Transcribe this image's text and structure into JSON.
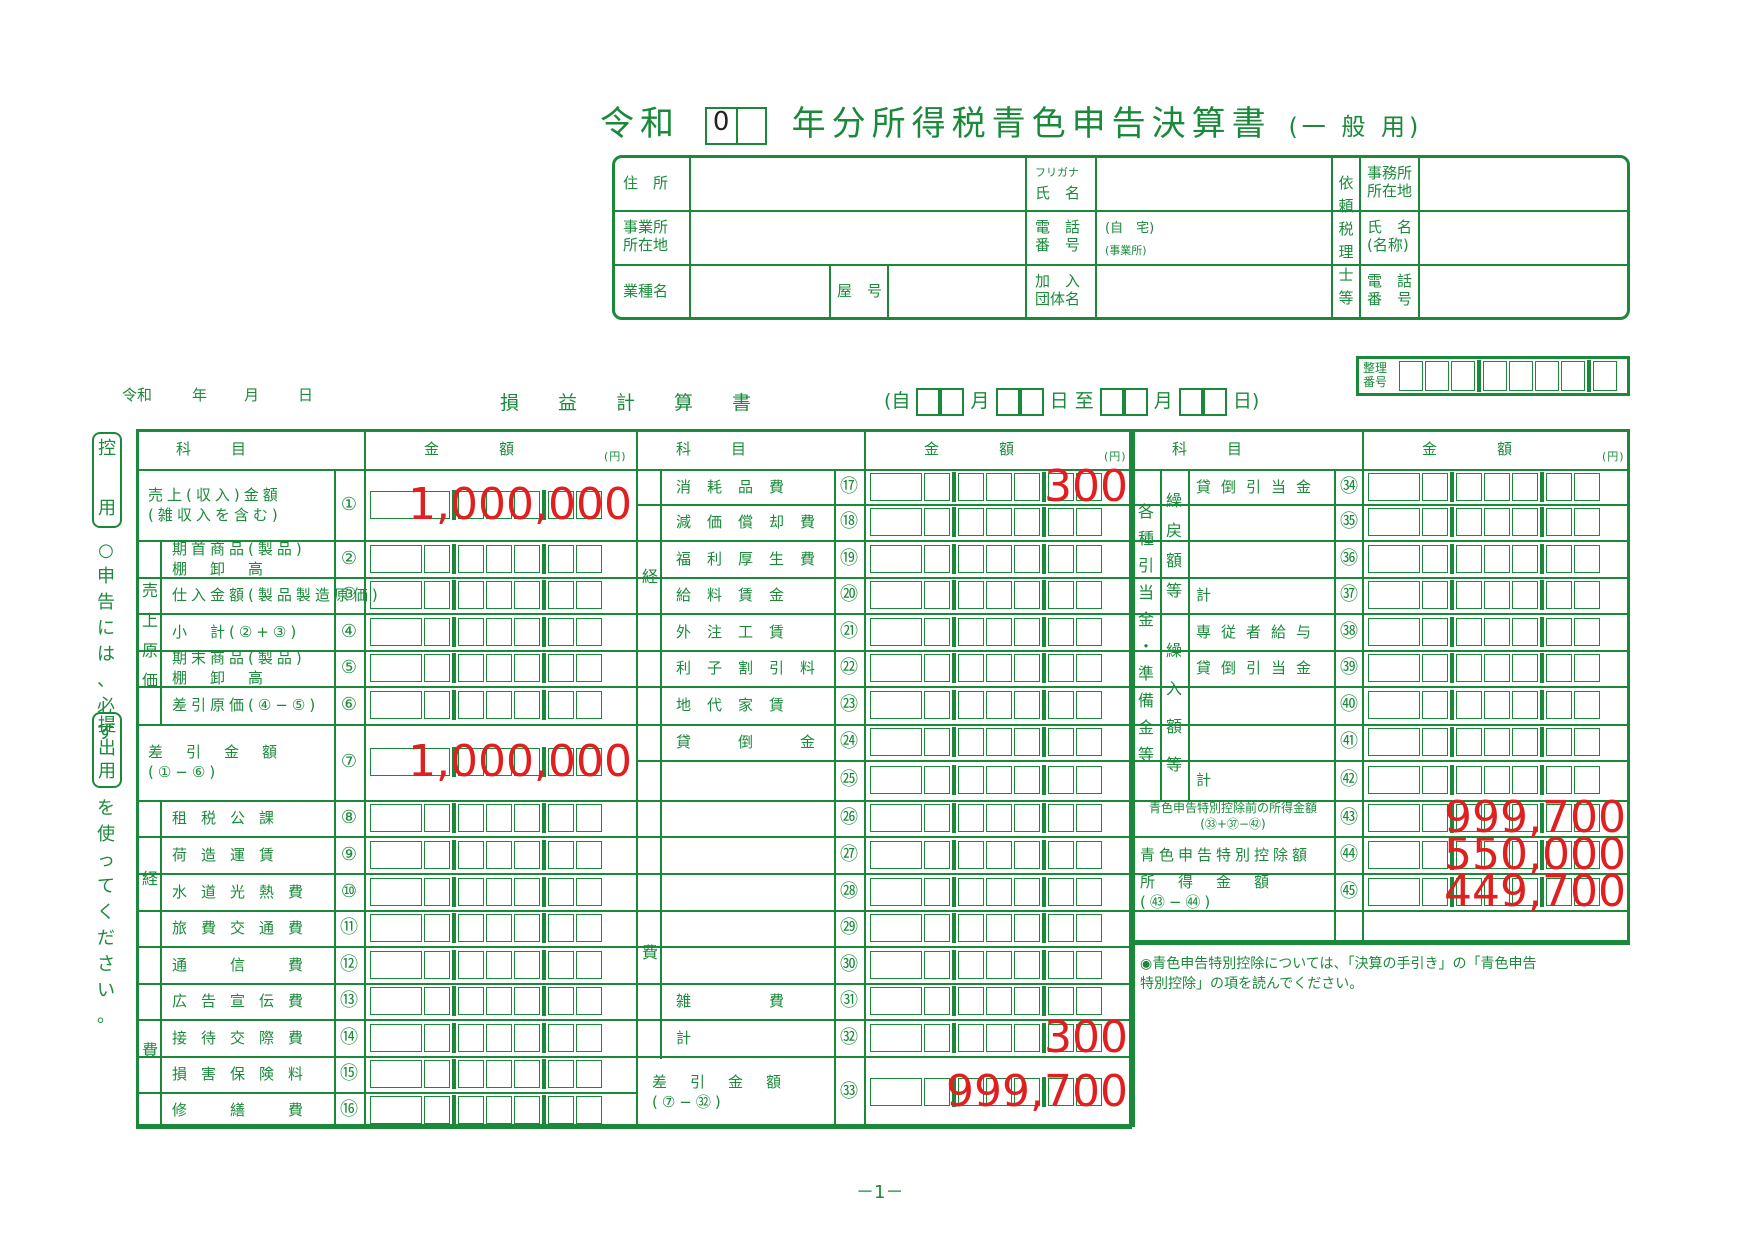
{
  "title": {
    "era": "令和",
    "year_value": "0",
    "main": "年分所得税青色申告決算書",
    "sub": "(一 般 用)"
  },
  "header": {
    "address": "住　所",
    "furigana": "フリガナ",
    "name": "氏　名",
    "office_location": "事業所\n所在地",
    "phone": "電　話\n番　号",
    "phone_home": "(自　宅)",
    "phone_office": "(事業所)",
    "business_type": "業種名",
    "trade_name": "屋　号",
    "association": "加　入\n団体名",
    "tax_accountant": "依頼税理士等",
    "ta_office": "事務所\n所在地",
    "ta_name": "氏　名\n(名称)",
    "ta_phone": "電　話\n番　号"
  },
  "date_line": {
    "era": "令和",
    "y": "年",
    "m": "月",
    "d": "日"
  },
  "seiri_label": "整理\n番号",
  "statement": {
    "title": "損　益　計　算　書",
    "period_from": "(自",
    "month": "月",
    "day": "日",
    "to": "至",
    "close": "日)"
  },
  "side": {
    "copy": "控",
    "copy2": "用",
    "instruction_a": "○申告には、必ず",
    "submit": "提出用",
    "instruction_b": "を使ってください。"
  },
  "columns": {
    "item": "科　　目",
    "amount": "金　　額",
    "yen": "(円)"
  },
  "left_rows": [
    {
      "n": "①",
      "label": "売上(収入)金額\n(雑収入を含む)",
      "value": "1,000,000"
    },
    {
      "n": "②",
      "label": "期首商品(製品)\n棚　卸　高",
      "value": ""
    },
    {
      "n": "③",
      "label": "仕入金額(製品製造原価)",
      "value": ""
    },
    {
      "n": "④",
      "label": "小　計(②+③)",
      "value": ""
    },
    {
      "n": "⑤",
      "label": "期末商品(製品)\n棚　卸　高",
      "value": ""
    },
    {
      "n": "⑥",
      "label": "差引原価(④−⑤)",
      "value": ""
    },
    {
      "n": "⑦",
      "label": "差　引　金　額\n(①−⑥)",
      "value": "1,000,000"
    },
    {
      "n": "⑧",
      "label": "租税公課",
      "value": ""
    },
    {
      "n": "⑨",
      "label": "荷造運賃",
      "value": ""
    },
    {
      "n": "⑩",
      "label": "水道光熱費",
      "value": ""
    },
    {
      "n": "⑪",
      "label": "旅費交通費",
      "value": ""
    },
    {
      "n": "⑫",
      "label": "通　信　費",
      "value": ""
    },
    {
      "n": "⑬",
      "label": "広告宣伝費",
      "value": ""
    },
    {
      "n": "⑭",
      "label": "接待交際費",
      "value": ""
    },
    {
      "n": "⑮",
      "label": "損害保険料",
      "value": ""
    },
    {
      "n": "⑯",
      "label": "修　繕　費",
      "value": ""
    }
  ],
  "left_groups": {
    "cogs": "売上原価",
    "expenses_a": "経",
    "expenses_b": "費"
  },
  "mid_rows": [
    {
      "n": "⑰",
      "label": "消耗品費",
      "value": "300"
    },
    {
      "n": "⑱",
      "label": "減価償却費",
      "value": ""
    },
    {
      "n": "⑲",
      "label": "福利厚生費",
      "value": ""
    },
    {
      "n": "⑳",
      "label": "給料賃金",
      "value": ""
    },
    {
      "n": "㉑",
      "label": "外注工賃",
      "value": ""
    },
    {
      "n": "㉒",
      "label": "利子割引料",
      "value": ""
    },
    {
      "n": "㉓",
      "label": "地代家賃",
      "value": ""
    },
    {
      "n": "㉔",
      "label": "貸　倒　金",
      "value": ""
    },
    {
      "n": "㉕",
      "label": "",
      "value": ""
    },
    {
      "n": "㉖",
      "label": "",
      "value": ""
    },
    {
      "n": "㉗",
      "label": "",
      "value": ""
    },
    {
      "n": "㉘",
      "label": "",
      "value": ""
    },
    {
      "n": "㉙",
      "label": "",
      "value": ""
    },
    {
      "n": "㉚",
      "label": "",
      "value": ""
    },
    {
      "n": "㉛",
      "label": "雑　　費",
      "value": ""
    },
    {
      "n": "㉜",
      "label": "計",
      "value": "300"
    },
    {
      "n": "㉝",
      "label": "差　引　金　額\n(⑦−㉜)",
      "value": "999,700"
    }
  ],
  "right_rows": [
    {
      "n": "㉞",
      "label": "貸倒引当金",
      "value": ""
    },
    {
      "n": "㉟",
      "label": "",
      "value": ""
    },
    {
      "n": "㊱",
      "label": "",
      "value": ""
    },
    {
      "n": "㊲",
      "label": "計",
      "value": ""
    },
    {
      "n": "㊳",
      "label": "専従者給与",
      "value": ""
    },
    {
      "n": "㊴",
      "label": "貸倒引当金",
      "value": ""
    },
    {
      "n": "㊵",
      "label": "",
      "value": ""
    },
    {
      "n": "㊶",
      "label": "",
      "value": ""
    },
    {
      "n": "㊷",
      "label": "計",
      "value": ""
    },
    {
      "n": "㊸",
      "label": "青色申告特別控除前の所得金額\n(㉝+㊲−㊷)",
      "value": "999,700"
    },
    {
      "n": "㊹",
      "label": "青色申告特別控除額",
      "value": "550,000"
    },
    {
      "n": "㊺",
      "label": "所　得　金　額\n(㊸−㊹)",
      "value": "449,700"
    }
  ],
  "right_groups": {
    "main": "各種引当金・準備金等",
    "reversal": "繰戻額等",
    "transfer": "繰入額等"
  },
  "note": "◉青色申告特別控除については、「決算の手引き」の「青色申告\n特別控除」の項を読んでください。",
  "page": "－1－",
  "colors": {
    "green": "#1a8a3a",
    "red": "#e02020"
  }
}
